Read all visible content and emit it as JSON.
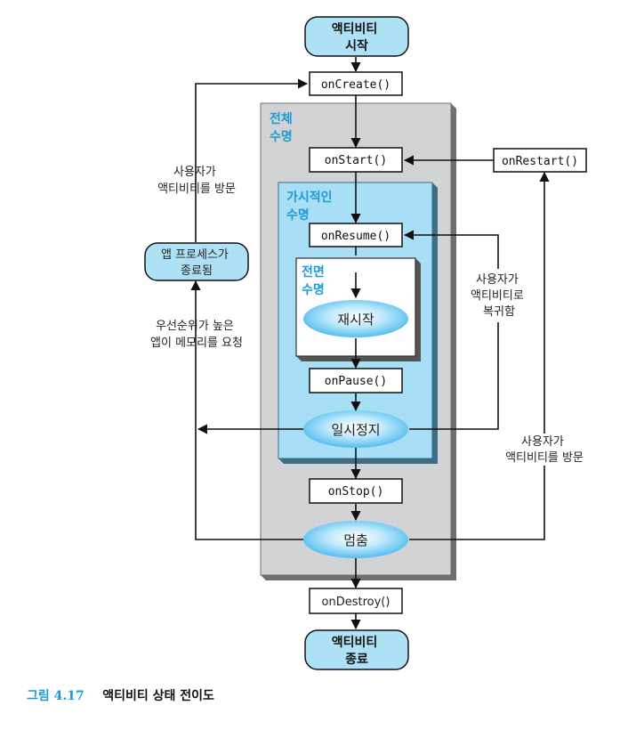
{
  "states": {
    "activity_start": [
      "액티비티",
      "시작"
    ],
    "activity_end": [
      "액티비티",
      "종료"
    ],
    "process_killed": [
      "앱 프로세스가",
      "종료됨"
    ]
  },
  "callbacks": {
    "on_create": "onCreate()",
    "on_start": "onStart()",
    "on_restart": "onRestart()",
    "on_resume": "onResume()",
    "on_pause": "onPause()",
    "on_stop": "onStop()",
    "on_destroy": "onDestroy()"
  },
  "regions": {
    "entire_lifetime": [
      "전체",
      "수명"
    ],
    "visible_lifetime": [
      "가시적인",
      "수명"
    ],
    "foreground_lifetime": [
      "전면",
      "수명"
    ]
  },
  "ovals": {
    "resumed": "재시작",
    "paused": "일시정지",
    "stopped": "멈춤"
  },
  "notes": {
    "user_visits_left": [
      "사용자가",
      "액티비티를 방문"
    ],
    "higher_priority": [
      "우선순위가 높은",
      "앱이 메모리를 요청"
    ],
    "user_returns": [
      "사용자가",
      "액티비티로",
      "복귀함"
    ],
    "user_visits_right": [
      "사용자가",
      "액티비티를 방문"
    ]
  },
  "caption": {
    "number": "그림 4.17",
    "text": "액티비티 상태 전이도"
  },
  "colors": {
    "pill_fill": "#aee0f6",
    "entire_fill": "#d2d3d5",
    "visible_fill": "#a9dff6",
    "foreground_fill": "#ffffff",
    "accent": "#1a9ad6",
    "oval_fill": "#3fb6ee"
  }
}
